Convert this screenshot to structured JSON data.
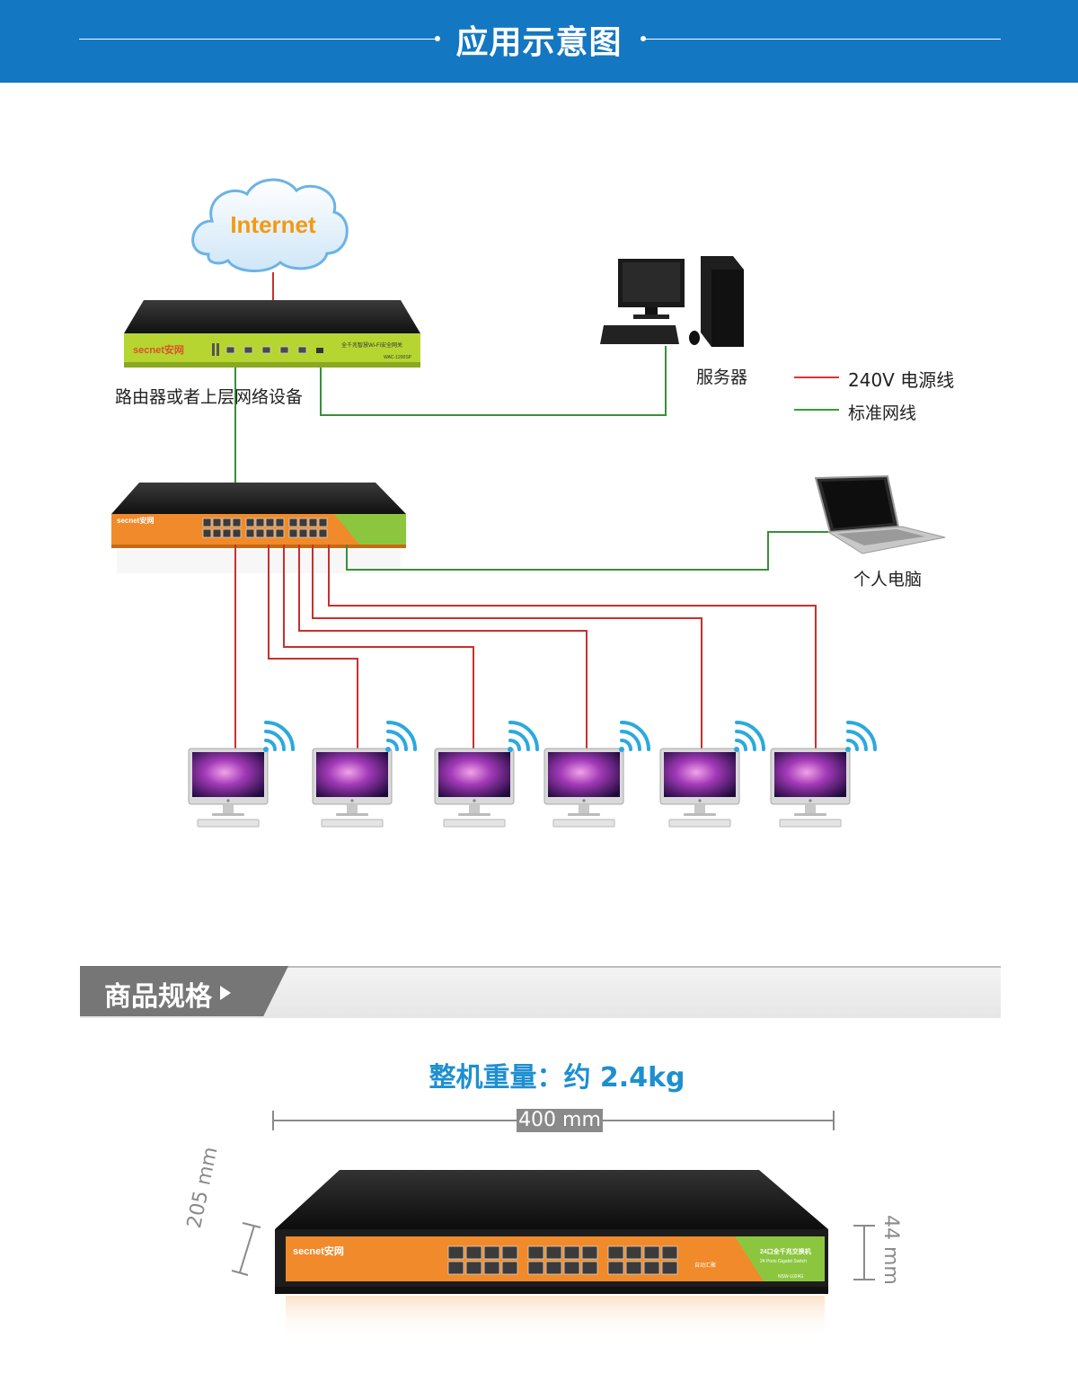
{
  "header": {
    "title": "应用示意图"
  },
  "diagram": {
    "cloud_label": "Internet",
    "router_brand": "secnet安网",
    "router_model_line1": "全千兆智慧Wi-Fi安全网关",
    "router_model_line2": "WAC-1200SP",
    "router_label": "路由器或者上层网络设备",
    "server_label": "服务器",
    "laptop_label": "个人电脑",
    "switch_brand": "secnet安网",
    "legend": [
      {
        "label": "240V 电源线",
        "color": "#d93434"
      },
      {
        "label": "标准网线",
        "color": "#3a9a3a"
      }
    ],
    "colors": {
      "power": "#c9302c",
      "network": "#3a8f3a",
      "accent": "#1477c2",
      "switch_orange": "#f08a2a",
      "router_green": "#b7d531"
    }
  },
  "spec": {
    "title": "商品规格",
    "weight": "整机重量：约 2.4kg",
    "width": "400 mm",
    "depth": "205 mm",
    "height": "44 mm",
    "switch_brand": "secnet安网",
    "switch_badge": "24口全千兆交换机",
    "switch_badge_sub": "24 Ports Gigabit Switch",
    "switch_model": "NSW-1024G",
    "switch_note": "自动汇聚"
  }
}
